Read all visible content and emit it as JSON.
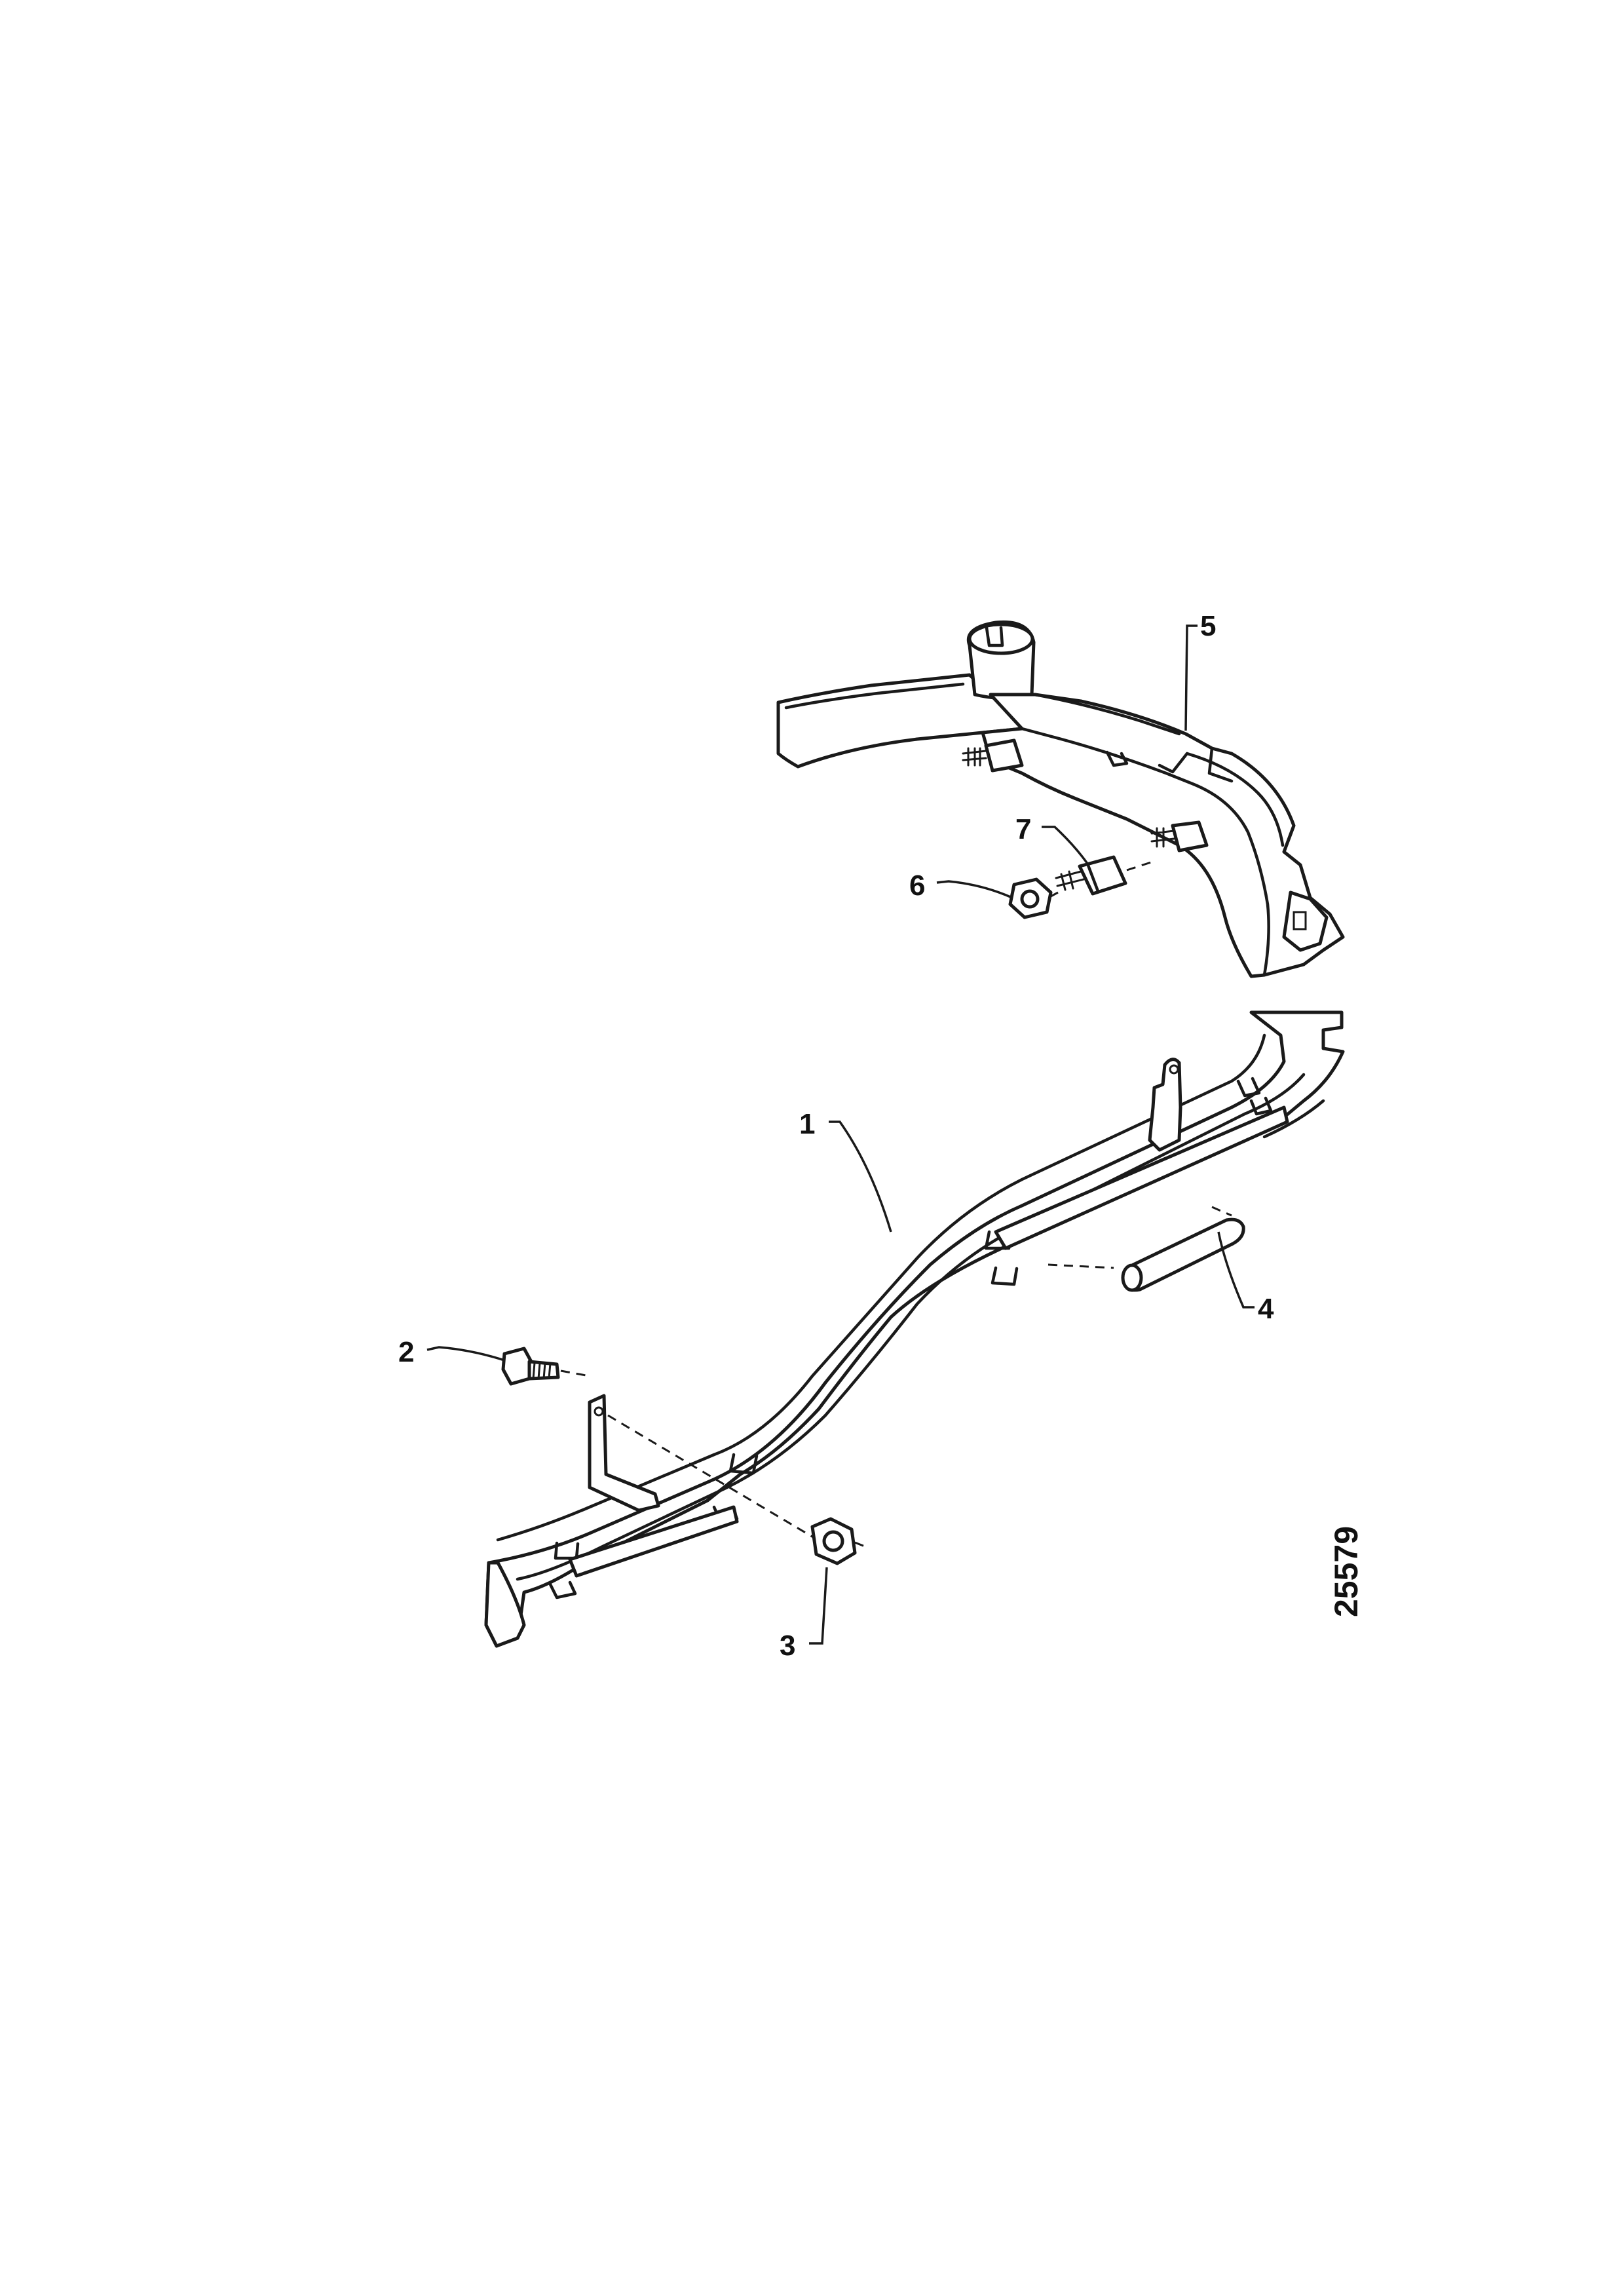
{
  "callouts": {
    "c1": "1",
    "c2": "2",
    "c3": "3",
    "c4": "4",
    "c5": "5",
    "c6": "6",
    "c7": "7"
  },
  "reference_number": "25579",
  "colors": {
    "line": "#1a1a1a",
    "background": "#ffffff"
  }
}
